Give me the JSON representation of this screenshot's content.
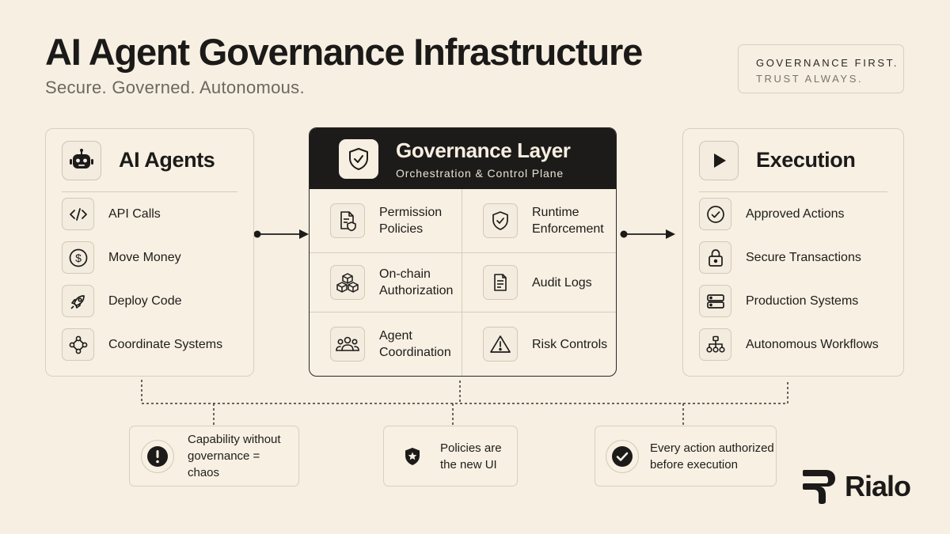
{
  "header": {
    "title": "AI Agent Governance Infrastructure",
    "subtitle": "Secure. Governed. Autonomous."
  },
  "tagline": {
    "line1": "GOVERNANCE FIRST.",
    "line2": "TRUST ALWAYS."
  },
  "agents": {
    "title": "AI Agents",
    "icon": "robot-icon",
    "items": [
      {
        "label": "API Calls",
        "icon": "code-icon"
      },
      {
        "label": "Move Money",
        "icon": "dollar-icon"
      },
      {
        "label": "Deploy Code",
        "icon": "rocket-icon"
      },
      {
        "label": "Coordinate Systems",
        "icon": "network-icon"
      }
    ]
  },
  "governance": {
    "title": "Governance Layer",
    "subtitle": "Orchestration & Control Plane",
    "icon": "shield-check-icon",
    "cells": [
      {
        "label": "Permission Policies",
        "icon": "policy-document-icon"
      },
      {
        "label": "Runtime Enforcement",
        "icon": "shield-check-icon"
      },
      {
        "label": "On-chain Authorization",
        "icon": "blocks-icon"
      },
      {
        "label": "Audit Logs",
        "icon": "log-document-icon"
      },
      {
        "label": "Agent Coordination",
        "icon": "group-icon"
      },
      {
        "label": "Risk Controls",
        "icon": "warning-icon"
      }
    ]
  },
  "execution": {
    "title": "Execution",
    "icon": "play-icon",
    "items": [
      {
        "label": "Approved Actions",
        "icon": "check-circle-icon"
      },
      {
        "label": "Secure Transactions",
        "icon": "lock-icon"
      },
      {
        "label": "Production Systems",
        "icon": "server-icon"
      },
      {
        "label": "Autonomous Workflows",
        "icon": "workflow-icon"
      }
    ]
  },
  "principles": [
    {
      "text": "Capability without governance = chaos",
      "icon": "exclamation-icon"
    },
    {
      "text": "Policies are the new UI",
      "icon": "star-shield-icon"
    },
    {
      "text": "Every action authorized before execution",
      "icon": "check-badge-icon"
    }
  ],
  "brand": {
    "name": "Rialo"
  }
}
